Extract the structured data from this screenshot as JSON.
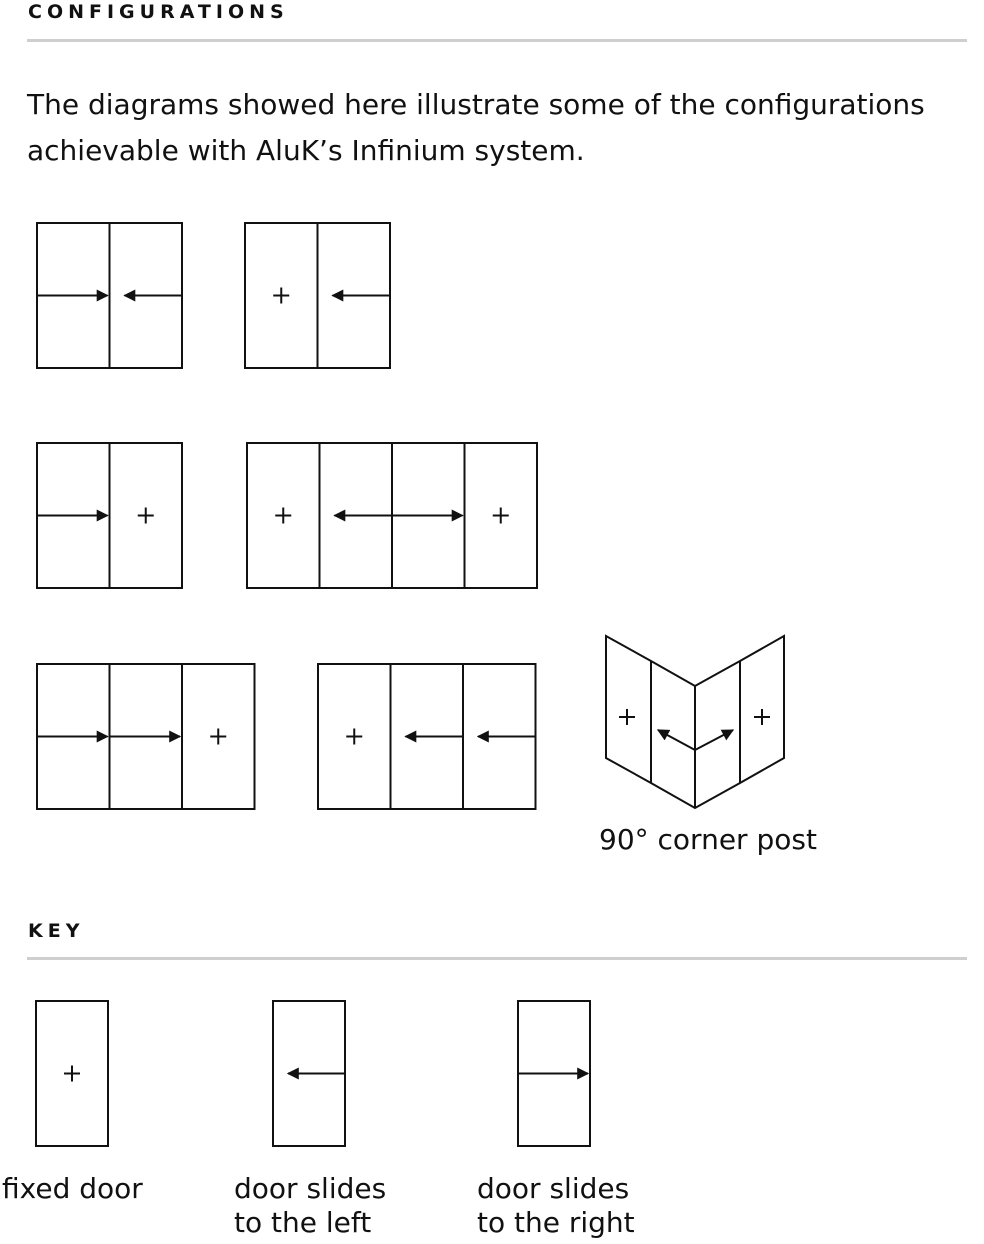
{
  "configurations": {
    "heading": "CONFIGURATIONS",
    "intro": "The diagrams showed here illustrate some of the configurations achievable with AluK’s Infinium system.",
    "layouts": [
      {
        "name": "config-two-panels-meeting",
        "panels": [
          "right",
          "left"
        ]
      },
      {
        "name": "config-fixed-and-left",
        "panels": [
          "fixed",
          "left"
        ]
      },
      {
        "name": "config-right-and-fixed",
        "panels": [
          "right",
          "fixed"
        ]
      },
      {
        "name": "config-four-panel-center-opening",
        "panels": [
          "fixed",
          "left",
          "right",
          "fixed"
        ]
      },
      {
        "name": "config-three-panel-right",
        "panels": [
          "right",
          "right",
          "fixed"
        ]
      },
      {
        "name": "config-three-panel-left",
        "panels": [
          "fixed",
          "left",
          "left"
        ]
      }
    ],
    "corner": {
      "caption": "90° corner post",
      "panels": [
        "fixed",
        "left",
        "right",
        "fixed"
      ]
    }
  },
  "key": {
    "heading": "KEY",
    "items": [
      {
        "type": "fixed",
        "line1": "fixed door",
        "line2": ""
      },
      {
        "type": "left",
        "line1": "door slides",
        "line2": "to the left"
      },
      {
        "type": "right",
        "line1": "door slides",
        "line2": "to the right"
      }
    ]
  },
  "colors": {
    "ink": "#111111",
    "rule": "#cfcfcf"
  }
}
